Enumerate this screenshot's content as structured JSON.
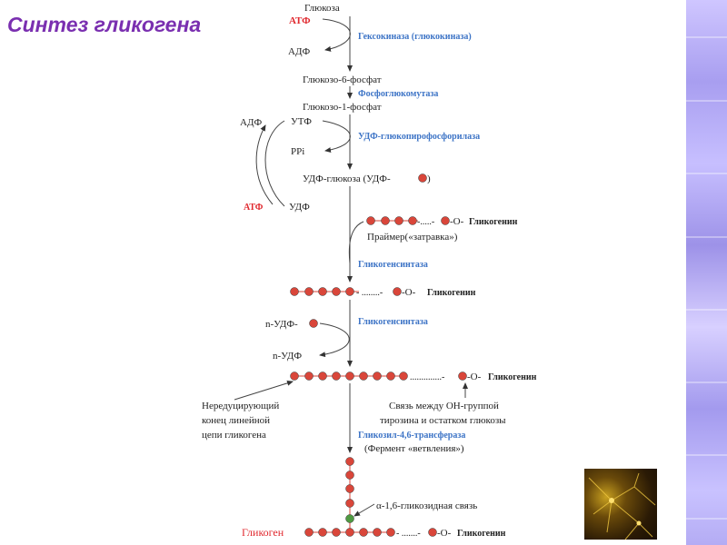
{
  "title": "Синтез гликогена",
  "colors": {
    "title": "#7a2fb0",
    "enzyme": "#3d74c6",
    "energy": "#e0282e",
    "residue": "#d9463a",
    "branch_residue": "#4f9a42",
    "photo": "neuron-photo"
  },
  "labels": {
    "glucose": "Глюкоза",
    "atp_1": "АТФ",
    "adp_1": "АДФ",
    "enzyme_1": "Гексокиназа (глюкокиназа)",
    "g6p": "Глюкозо-6-фосфат",
    "enzyme_2": "Фосфоглюкомутаза",
    "g1p": "Глюкозо-1-фосфат",
    "adp_2": "АДФ",
    "utp": "УТФ",
    "ppi": "PPi",
    "enzyme_3": "УДФ-глюкопирофосфорилаза",
    "udpg": "УДФ-глюкоза (УДФ-",
    "udpg_close": ")",
    "atp_2": "АТФ",
    "udp": "УДФ",
    "primer_chain_tail": "-.....-",
    "primer_chain_end": "-O-",
    "glycogenin_1": "Гликогенин",
    "primer": "Праймер(«затравка»)",
    "enzyme_4": "Гликогенсинтаза",
    "chain2_dots": "- ........-",
    "chain2_end": "-O-",
    "glycogenin_2": "Гликогенин",
    "enzyme_5": "Гликогенсинтаза",
    "n_udpg": "n-УДФ-",
    "n_udp": "n-УДФ",
    "chain3_dots": "..............-",
    "chain3_end": "-O-",
    "glycogenin_3": "Гликогенин",
    "nonreducing_1": "Нередуцирующий",
    "nonreducing_2": "конец линейной",
    "nonreducing_3": "цепи гликогена",
    "bond_1": "Связь между ОН-группой",
    "bond_2": "тирозина и остатком глюкозы",
    "enzyme_6": "Гликозил-4,6-трансфераза",
    "branching": "(Фермент «ветвления»)",
    "alpha_bond": "α-1,6-гликозидная связь",
    "glycogen": "Гликоген",
    "chain4_dots": "- .......-",
    "chain4_end": "-O-",
    "glycogenin_4": "Гликогенин"
  }
}
